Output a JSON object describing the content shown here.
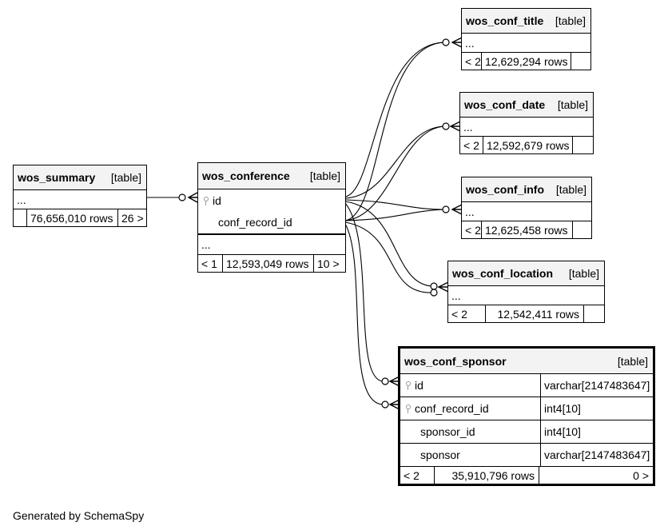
{
  "footer": "Generated by SchemaSpy",
  "tables": {
    "wos_summary": {
      "name": "wos_summary",
      "tag": "[table]",
      "ellipsis": "...",
      "parents": "",
      "rows": "76,656,010 rows",
      "children": "26 >"
    },
    "wos_conference": {
      "name": "wos_conference",
      "tag": "[table]",
      "columns": [
        "id",
        "conf_record_id"
      ],
      "ellipsis": "...",
      "parents": "< 1",
      "rows": "12,593,049 rows",
      "children": "10 >"
    },
    "wos_conf_title": {
      "name": "wos_conf_title",
      "tag": "[table]",
      "ellipsis": "...",
      "parents": "< 2",
      "rows": "12,629,294 rows",
      "children": ""
    },
    "wos_conf_date": {
      "name": "wos_conf_date",
      "tag": "[table]",
      "ellipsis": "...",
      "parents": "< 2",
      "rows": "12,592,679 rows",
      "children": ""
    },
    "wos_conf_info": {
      "name": "wos_conf_info",
      "tag": "[table]",
      "ellipsis": "...",
      "parents": "< 2",
      "rows": "12,625,458 rows",
      "children": ""
    },
    "wos_conf_location": {
      "name": "wos_conf_location",
      "tag": "[table]",
      "ellipsis": "...",
      "parents": "< 2",
      "rows": "12,542,411 rows",
      "children": ""
    },
    "wos_conf_sponsor": {
      "name": "wos_conf_sponsor",
      "tag": "[table]",
      "columns": [
        {
          "name": "id",
          "type": "varchar[2147483647]"
        },
        {
          "name": "conf_record_id",
          "type": "int4[10]"
        },
        {
          "name": "sponsor_id",
          "type": "int4[10]"
        },
        {
          "name": "sponsor",
          "type": "varchar[2147483647]"
        }
      ],
      "parents": "< 2",
      "rows": "35,910,796 rows",
      "children": "0 >"
    }
  }
}
